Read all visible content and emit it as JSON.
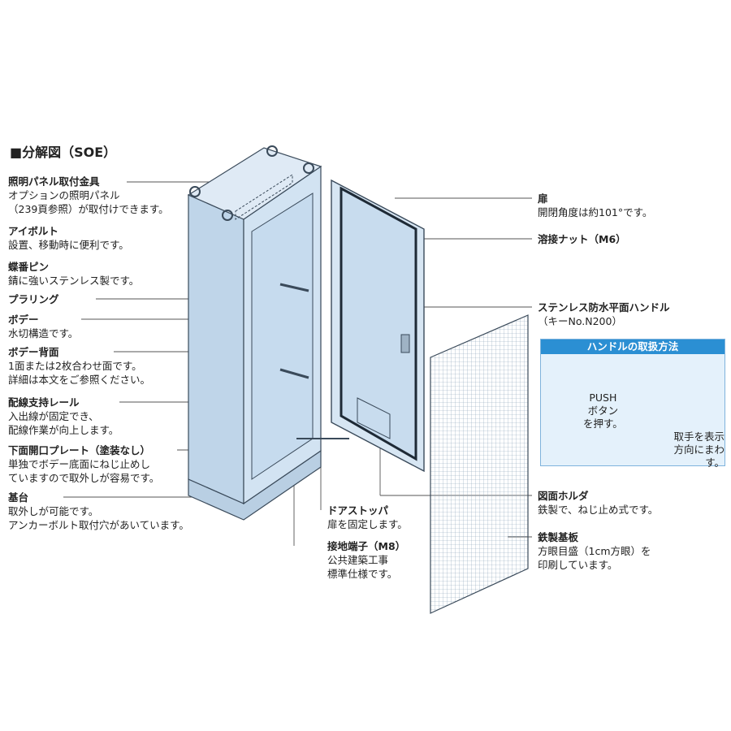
{
  "title": "■分解図（SOE）",
  "labels": {
    "light_bracket": {
      "h": "照明パネル取付金具",
      "d": [
        "オプションの照明パネル",
        "（239頁参照）が取付けできます。"
      ]
    },
    "eyebolt": {
      "h": "アイボルト",
      "d": [
        "設置、移動時に便利です。"
      ]
    },
    "hinge_pin": {
      "h": "蝶番ピン",
      "d": [
        "錆に強いステンレス製です。"
      ]
    },
    "pla_ring": {
      "h": "プラリング",
      "d": []
    },
    "body": {
      "h": "ボデー",
      "d": [
        "水切構造です。"
      ]
    },
    "body_back": {
      "h": "ボデー背面",
      "d": [
        "1面または2枚合わせ面です。",
        "詳細は本文をご参照ください。"
      ]
    },
    "wiring_rail": {
      "h": "配線支持レール",
      "d": [
        "入出線が固定でき、",
        "配線作業が向上します。"
      ]
    },
    "bottom_plate": {
      "h": "下面開口プレート（塗装なし）",
      "d": [
        "単独でボデー底面にねじ止めし",
        "ていますので取外しが容易です。"
      ]
    },
    "base": {
      "h": "基台",
      "d": [
        "取外しが可能です。",
        "アンカーボルト取付穴があいています。"
      ]
    },
    "door_stopper": {
      "h": "ドアストッパ",
      "d": [
        "扉を固定します。"
      ]
    },
    "ground_terminal": {
      "h": "接地端子（M8）",
      "d": [
        "公共建築工事",
        "標準仕様です。"
      ]
    },
    "door": {
      "h": "扉",
      "d": [
        "開閉角度は約101°です。"
      ]
    },
    "weld_nut": {
      "h": "溶接ナット（M6）",
      "d": []
    },
    "handle": {
      "h": "ステンレス防水平面ハンドル",
      "d": [
        "（キーNo.N200）"
      ]
    },
    "drawing_holder": {
      "h": "図面ホルダ",
      "d": [
        "鉄製で、ねじ止め式です。"
      ]
    },
    "steel_plate": {
      "h": "鉄製基板",
      "d": [
        "方眼目盛（1cm方眼）を",
        "印刷しています。"
      ]
    }
  },
  "callout": {
    "title": "ハンドルの取扱方法",
    "push": "PUSH",
    "step1": [
      "ボタン",
      "を押す。"
    ],
    "step2": [
      "取手を表示",
      "方向にまわす。"
    ]
  },
  "colors": {
    "cabinet": "#c9dced",
    "outline": "#3a4a5a",
    "accent": "#2b8fd3",
    "callout_bg": "#e4f1fb"
  }
}
